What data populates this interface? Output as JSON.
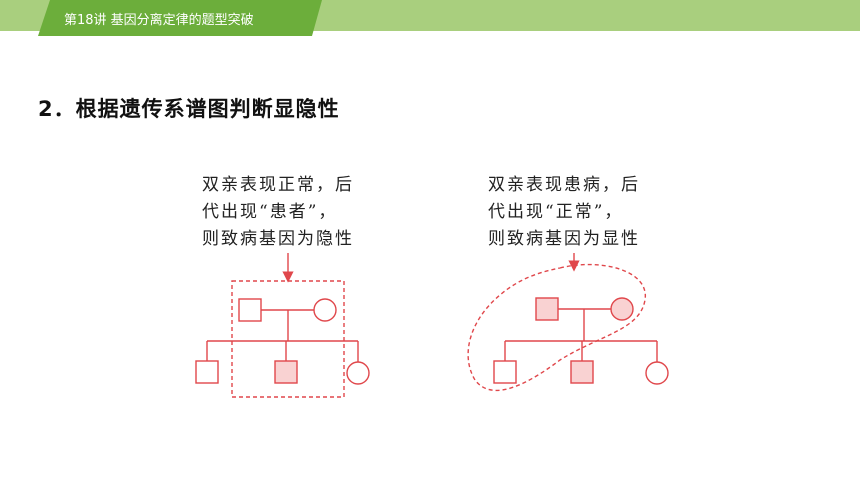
{
  "header": {
    "lecture_title": "第18讲    基因分离定律的题型突破",
    "band_color": "#a9cf7e",
    "tab_color": "#6cae3b"
  },
  "section": {
    "heading": "2．根据遗传系谱图判断显隐性"
  },
  "diagrams": {
    "recessive": {
      "caption_lines": [
        "双亲表现正常，后",
        "代出现“患者”，",
        "则致病基因为隐性"
      ]
    },
    "dominant": {
      "caption_lines": [
        "双亲表现患病，后",
        "代出现“正常”，",
        "则致病基因为显性"
      ]
    },
    "line_color": "#e0474b",
    "affected_fill": "#f9d2d2"
  }
}
